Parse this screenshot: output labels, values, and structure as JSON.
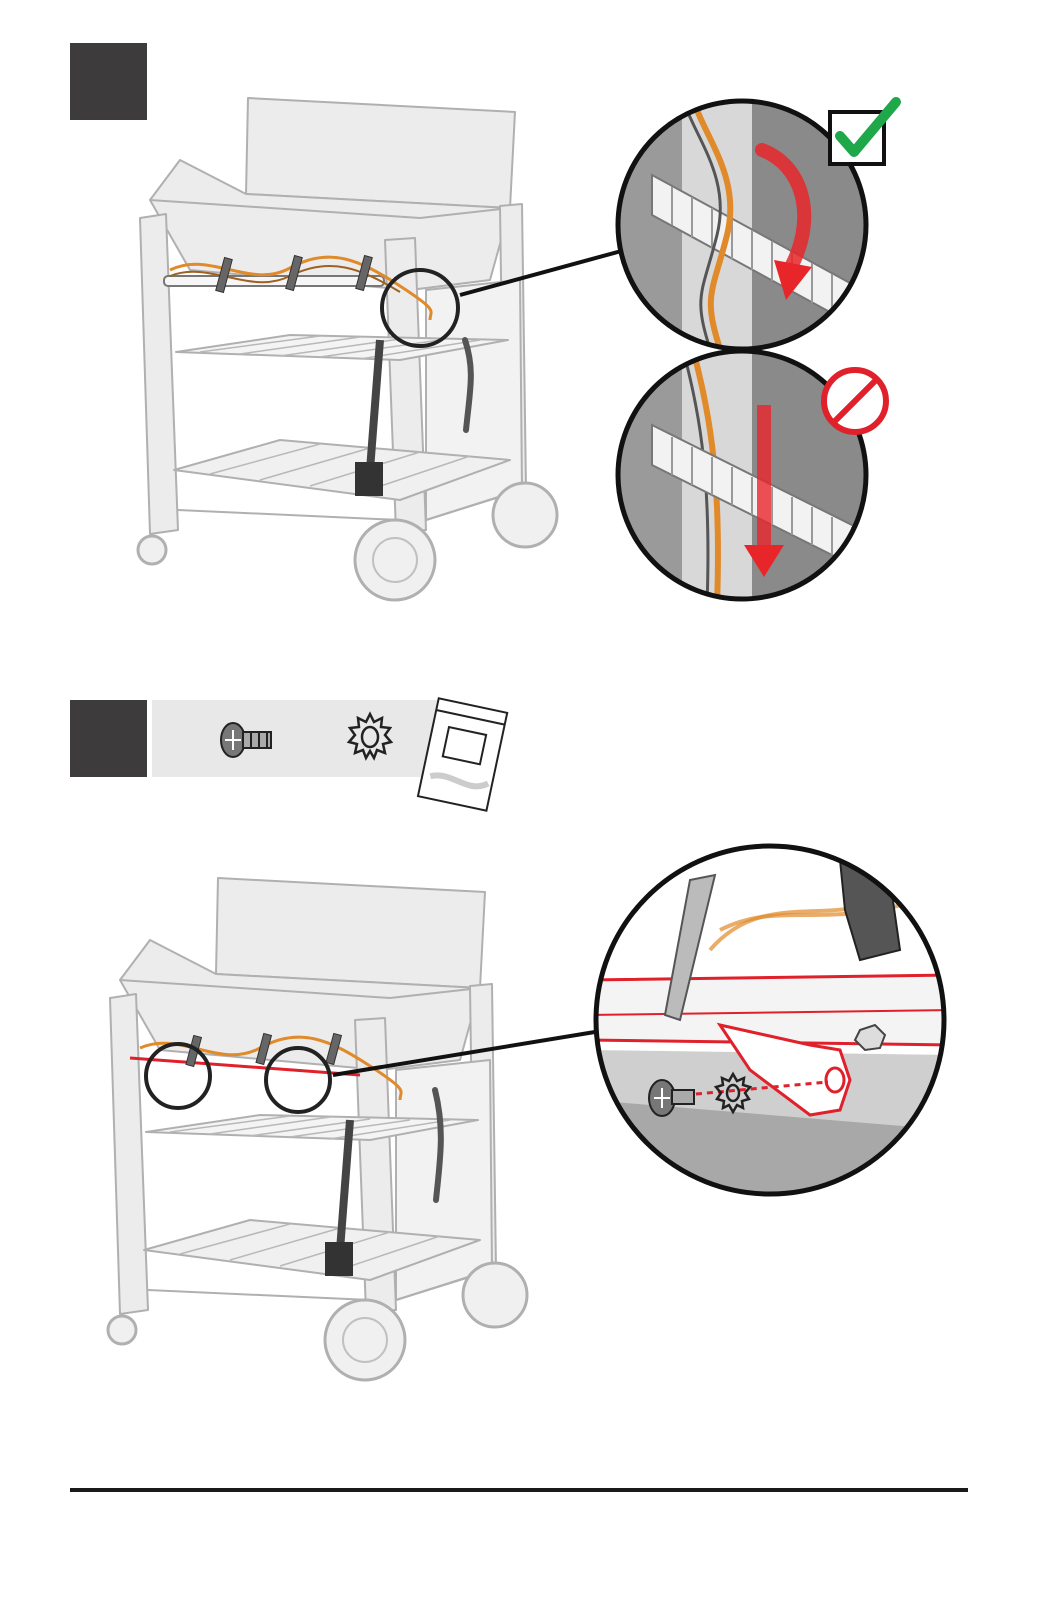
{
  "colors": {
    "step_box": "#3d3b3b",
    "frame": "#b8b8b8",
    "frame_fill": "#e6e6e6",
    "wire_orange": "#e08a2a",
    "hose": "#555555",
    "check_green": "#1ea84a",
    "no_red": "#e0202a",
    "arrow_red": "#e8262a",
    "parts_strip": "#e8e8e8",
    "rule": "#1a1a1a"
  },
  "steps": [
    {
      "id": "step-a",
      "icons": [
        "check-icon",
        "prohibited-icon",
        "down-arrow-icon"
      ],
      "callouts": [
        "wire-route-correct",
        "wire-route-incorrect"
      ]
    },
    {
      "id": "step-b",
      "parts": [
        "screw-icon",
        "lock-washer-icon",
        "hardware-bag-icon"
      ],
      "callouts": [
        "bracket-fastening-detail"
      ]
    }
  ]
}
